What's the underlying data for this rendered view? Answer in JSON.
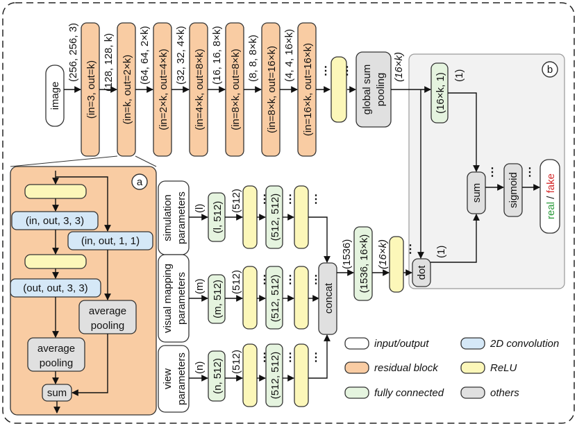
{
  "colors": {
    "io": "#ffffff",
    "conv2d": "#d5e8f7",
    "residual": "#f9cca3",
    "relu": "#fcf7b9",
    "fc": "#e5f4df",
    "others": "#e0e0e0",
    "real": "#2a9a3a",
    "fake": "#d42a2a"
  },
  "main": {
    "image": "image",
    "dims": [
      "(256, 256, 3)",
      "(128, 128, k)",
      "(64, 64, 2×k)",
      "(32, 32, 4×k)",
      "(16, 16, 8×k)",
      "(8, 8, 8×k)",
      "(4, 4, 16×k)"
    ],
    "residual_blocks": [
      "(in=3, out=k)",
      "(in=k, out=2×k)",
      "(in=2×k, out=4×k)",
      "(in=4×k, out=8×k)",
      "(in=8×k, out=8×k)",
      "(in=8×k, out=16×k)",
      "(in=16×k, out=16×k)"
    ],
    "pool_line1": "global sum",
    "pool_line2": "pooling",
    "pool_dim": "(16×k)",
    "fc_top": "(16×k, 1)",
    "fc_top_dim": "(1)",
    "sum": "sum",
    "sigmoid": "sigmoid",
    "real": "real",
    "slash": " / ",
    "fake": "fake",
    "ellipsis": "⋮"
  },
  "panel_a": {
    "label": "a",
    "conv1": "(in, out, 3, 3)",
    "conv_skip": "(in, out, 1, 1)",
    "conv2": "(out, out, 3, 3)",
    "pool_right_1": "average",
    "pool_right_2": "pooling",
    "pool_left_1": "average",
    "pool_left_2": "pooling",
    "sum": "sum"
  },
  "panel_b": {
    "label": "b"
  },
  "params": {
    "simulation": {
      "line1": "simulation",
      "line2": "parameters",
      "dim": "(l)",
      "fc1": "(l, 512)",
      "dim2": "(512)",
      "fc2": "(512, 512)"
    },
    "visual": {
      "line1": "visual mapping",
      "line2": "parameters",
      "dim": "(m)",
      "fc1": "(m, 512)",
      "dim2": "(512)",
      "fc2": "(512, 512)"
    },
    "view": {
      "line1": "view",
      "line2": "parameters",
      "dim": "(n)",
      "fc1": "(n, 512)",
      "dim2": "(512)",
      "fc2": "(512, 512)"
    },
    "concat": "concat",
    "concat_dim": "(1536)",
    "fc_concat": "(1536, 16×k)",
    "fc_concat_dim": "(16×k)",
    "dot": "dot",
    "dot_dim": "(1)"
  },
  "legend": {
    "io": "input/output",
    "conv": "2D convolution",
    "residual": "residual block",
    "relu": "ReLU",
    "fc": "fully connected",
    "others": "others"
  }
}
